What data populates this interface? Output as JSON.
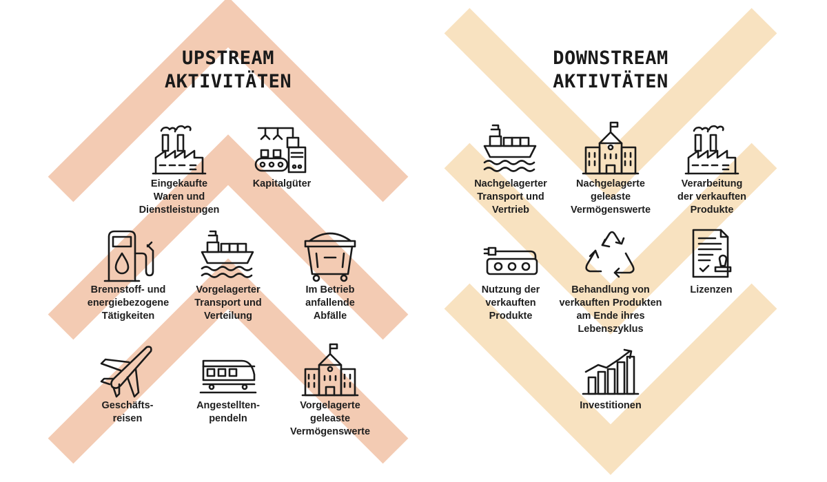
{
  "colors": {
    "upstream_chevron": "#f3cbb3",
    "downstream_chevron": "#f8e2c0",
    "text": "#1e1e1e"
  },
  "upstream": {
    "title": [
      "UPSTREAM",
      "AKTIVITÄTEN"
    ],
    "items": [
      {
        "icon": "factory-icon",
        "label": [
          "Eingekaufte",
          "Waren und",
          "Dienstleistungen"
        ]
      },
      {
        "icon": "assembly-machine-icon",
        "label": [
          "Kapitalgüter"
        ]
      },
      {
        "icon": "fuel-pump-icon",
        "label": [
          "Brennstoff- und",
          "energiebezogene",
          "Tätigkeiten"
        ]
      },
      {
        "icon": "cargo-ship-icon",
        "label": [
          "Vorgelagerter",
          "Transport und",
          "Verteilung"
        ]
      },
      {
        "icon": "waste-container-icon",
        "label": [
          "Im Betrieb",
          "anfallende",
          "Abfälle"
        ]
      },
      {
        "icon": "airplane-icon",
        "label": [
          "Geschäfts-",
          "reisen"
        ]
      },
      {
        "icon": "train-icon",
        "label": [
          "Angestellten-",
          "pendeln"
        ]
      },
      {
        "icon": "building-icon",
        "label": [
          "Vorgelagerte",
          "geleaste",
          "Vermögenswerte"
        ]
      }
    ]
  },
  "downstream": {
    "title": [
      "DOWNSTREAM",
      "AKTIVTÄTEN"
    ],
    "items": [
      {
        "icon": "cargo-ship-icon",
        "label": [
          "Nachgelagerter",
          "Transport und",
          "Vertrieb"
        ]
      },
      {
        "icon": "building-icon",
        "label": [
          "Nachgelagerte",
          "geleaste",
          "Vermögenswerte"
        ]
      },
      {
        "icon": "factory-icon",
        "label": [
          "Verarbeitung",
          "der verkauften",
          "Produkte"
        ]
      },
      {
        "icon": "power-strip-icon",
        "label": [
          "Nutzung der",
          "verkauften",
          "Produkte"
        ]
      },
      {
        "icon": "recycle-icon",
        "label": [
          "Behandlung von",
          "verkauften Produkten",
          "am Ende ihres",
          "Lebenszyklus"
        ]
      },
      {
        "icon": "license-document-icon",
        "label": [
          "Lizenzen"
        ]
      },
      {
        "icon": "growth-chart-icon",
        "label": [
          "Investitionen"
        ]
      }
    ]
  }
}
